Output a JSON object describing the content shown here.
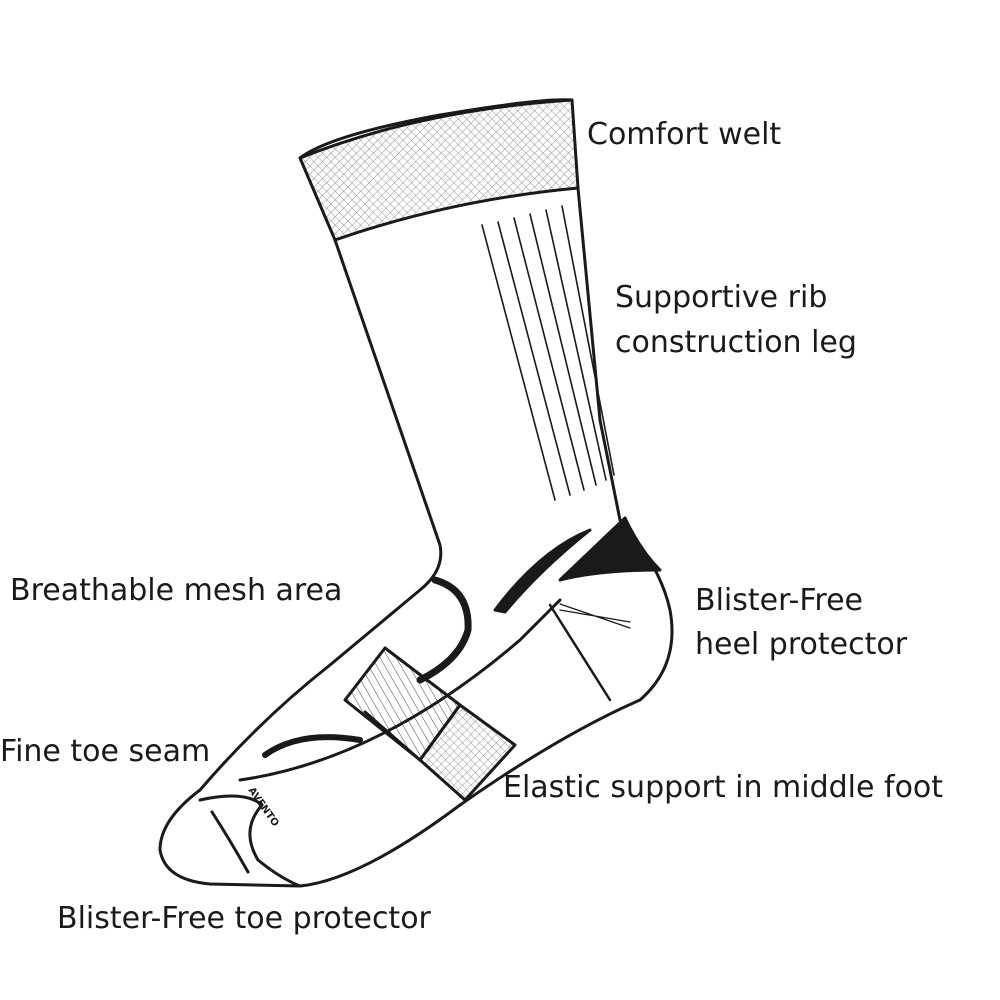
{
  "labels": {
    "comfort_welt": "Comfort welt",
    "rib_line1": "Supportive rib",
    "rib_line2": "construction leg",
    "mesh": "Breathable mesh area",
    "heel_line1": "Blister-Free",
    "heel_line2": "heel protector",
    "toe_seam": "Fine toe seam",
    "elastic": "Elastic support in middle foot",
    "toe_protector": "Blister-Free toe protector"
  },
  "logo_text": "AVENTO",
  "colors": {
    "ink": "#1a1a1a",
    "background": "#ffffff"
  }
}
